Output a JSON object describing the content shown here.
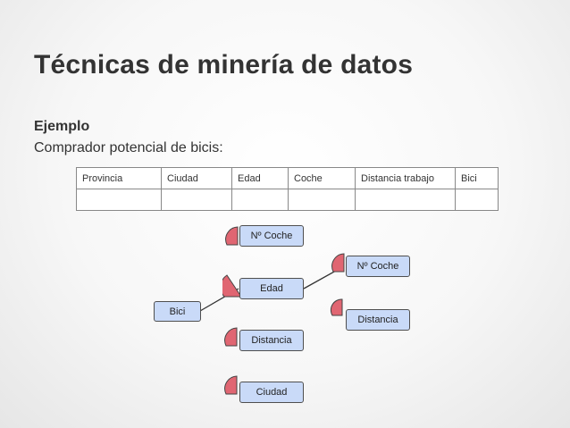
{
  "slide": {
    "title": "Técnicas de minería de datos",
    "subtitle": "Ejemplo",
    "description": "Comprador potencial de bicis:"
  },
  "table": {
    "headers": [
      "Provincia",
      "Ciudad",
      "Edad",
      "Coche",
      "Distancia trabajo",
      "Bici"
    ],
    "rows": [
      [
        "",
        "",
        "",
        "",
        "",
        ""
      ]
    ]
  },
  "tree": {
    "root": "Bici",
    "level1": [
      "Nº Coche",
      "Edad",
      "Distancia",
      "Ciudad"
    ],
    "level2": [
      "Nº Coche",
      "Distancia"
    ]
  },
  "colors": {
    "node_fill": "#c9daf8",
    "wedge_fill": "#e06672",
    "text": "#333333"
  }
}
